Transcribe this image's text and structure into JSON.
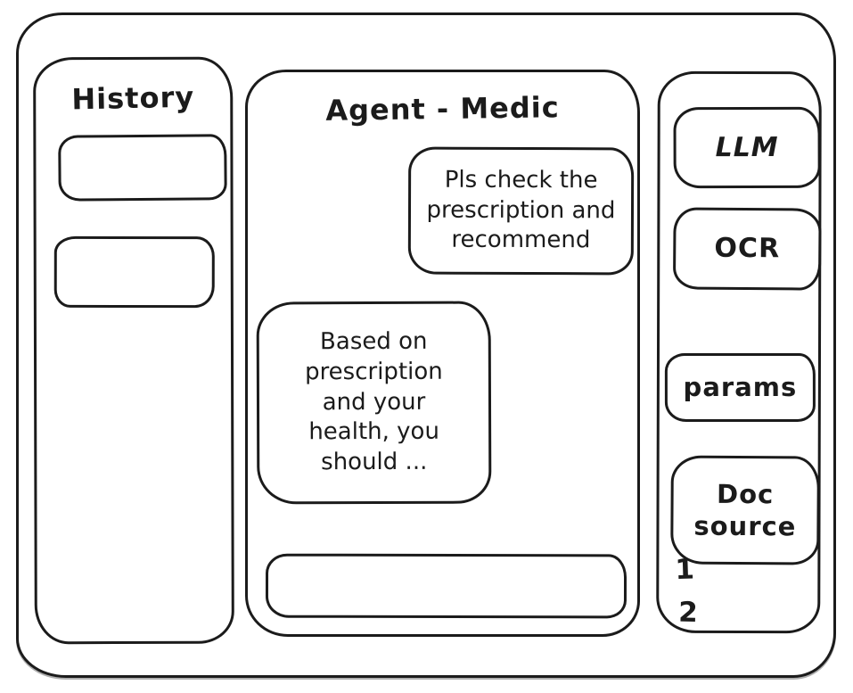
{
  "app": {
    "ink_color": "#1b1b1b",
    "background_color": "#ffffff"
  },
  "history_panel": {
    "title": "History",
    "items": [
      "",
      ""
    ]
  },
  "chat_panel": {
    "title": "Agent - Medic",
    "messages": [
      {
        "role": "user",
        "text": "Pls check the prescription and recommend"
      },
      {
        "role": "assistant",
        "text": "Based on prescription and your health, you should ..."
      }
    ],
    "input": {
      "value": "",
      "placeholder": ""
    }
  },
  "tools_panel": {
    "buttons": [
      {
        "id": "llm",
        "label": "LLM"
      },
      {
        "id": "ocr",
        "label": "OCR"
      },
      {
        "id": "params",
        "label": "params"
      },
      {
        "id": "doc-source",
        "label": "Doc source"
      }
    ],
    "doc_source_items": [
      "1",
      "2"
    ]
  }
}
